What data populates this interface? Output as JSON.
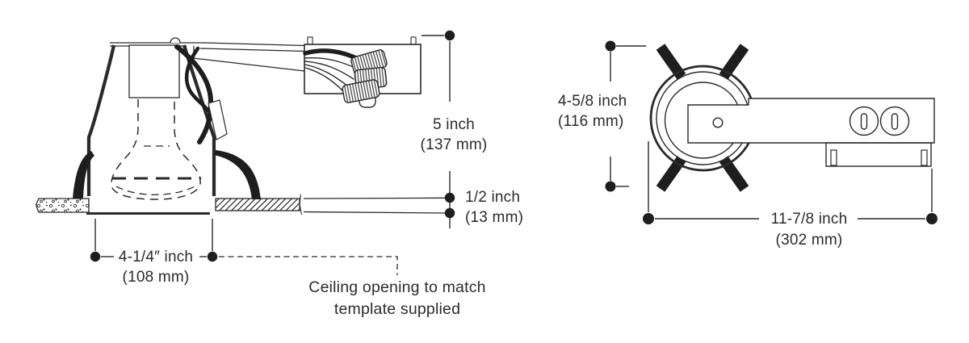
{
  "figure": {
    "colors": {
      "background": "#ffffff",
      "line": "#2a2a2a",
      "fill_black": "#1e1e1e",
      "text": "#2b2b2b"
    },
    "side_view": {
      "dim_height": {
        "value": "5 inch",
        "metric": "(137 mm)"
      },
      "dim_ceiling_thickness": {
        "value": "1/2 inch",
        "metric": "(13 mm)"
      },
      "dim_opening": {
        "value": "4-1/4″ inch",
        "metric": "(108 mm)"
      },
      "note_line1": "Ceiling opening to match",
      "note_line2": "template supplied"
    },
    "top_view": {
      "dim_height": {
        "value": "4-5/8 inch",
        "metric": "(116 mm)"
      },
      "dim_length": {
        "value": "11-7/8 inch",
        "metric": "(302 mm)"
      }
    }
  }
}
